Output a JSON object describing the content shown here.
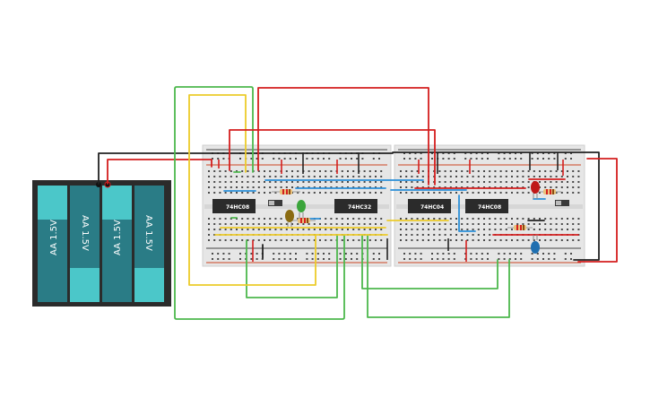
{
  "battery": {
    "labels": [
      "AA 1.5V",
      "AA 1.5V",
      "AA 1.5V",
      "AA 1.5V"
    ],
    "cell_color": "#2a7c86",
    "cap_color": "#4bc7c9"
  },
  "chips": {
    "c1": "74HC08",
    "c2": "74HC32",
    "c3": "74HC04",
    "c4": "74HC08"
  },
  "colors": {
    "board": "#e6e6e6",
    "red_wire": "#d41f1f",
    "green_wire": "#4db84d",
    "yellow_wire": "#eccb2a",
    "blue_wire": "#2b8fd8",
    "black_wire": "#222222",
    "chip": "#2b2b2b"
  },
  "leds": [
    {
      "color": "#3ba53b"
    },
    {
      "color": "#8a6b12"
    },
    {
      "color": "#c01818"
    },
    {
      "color": "#1f6fb0"
    }
  ]
}
